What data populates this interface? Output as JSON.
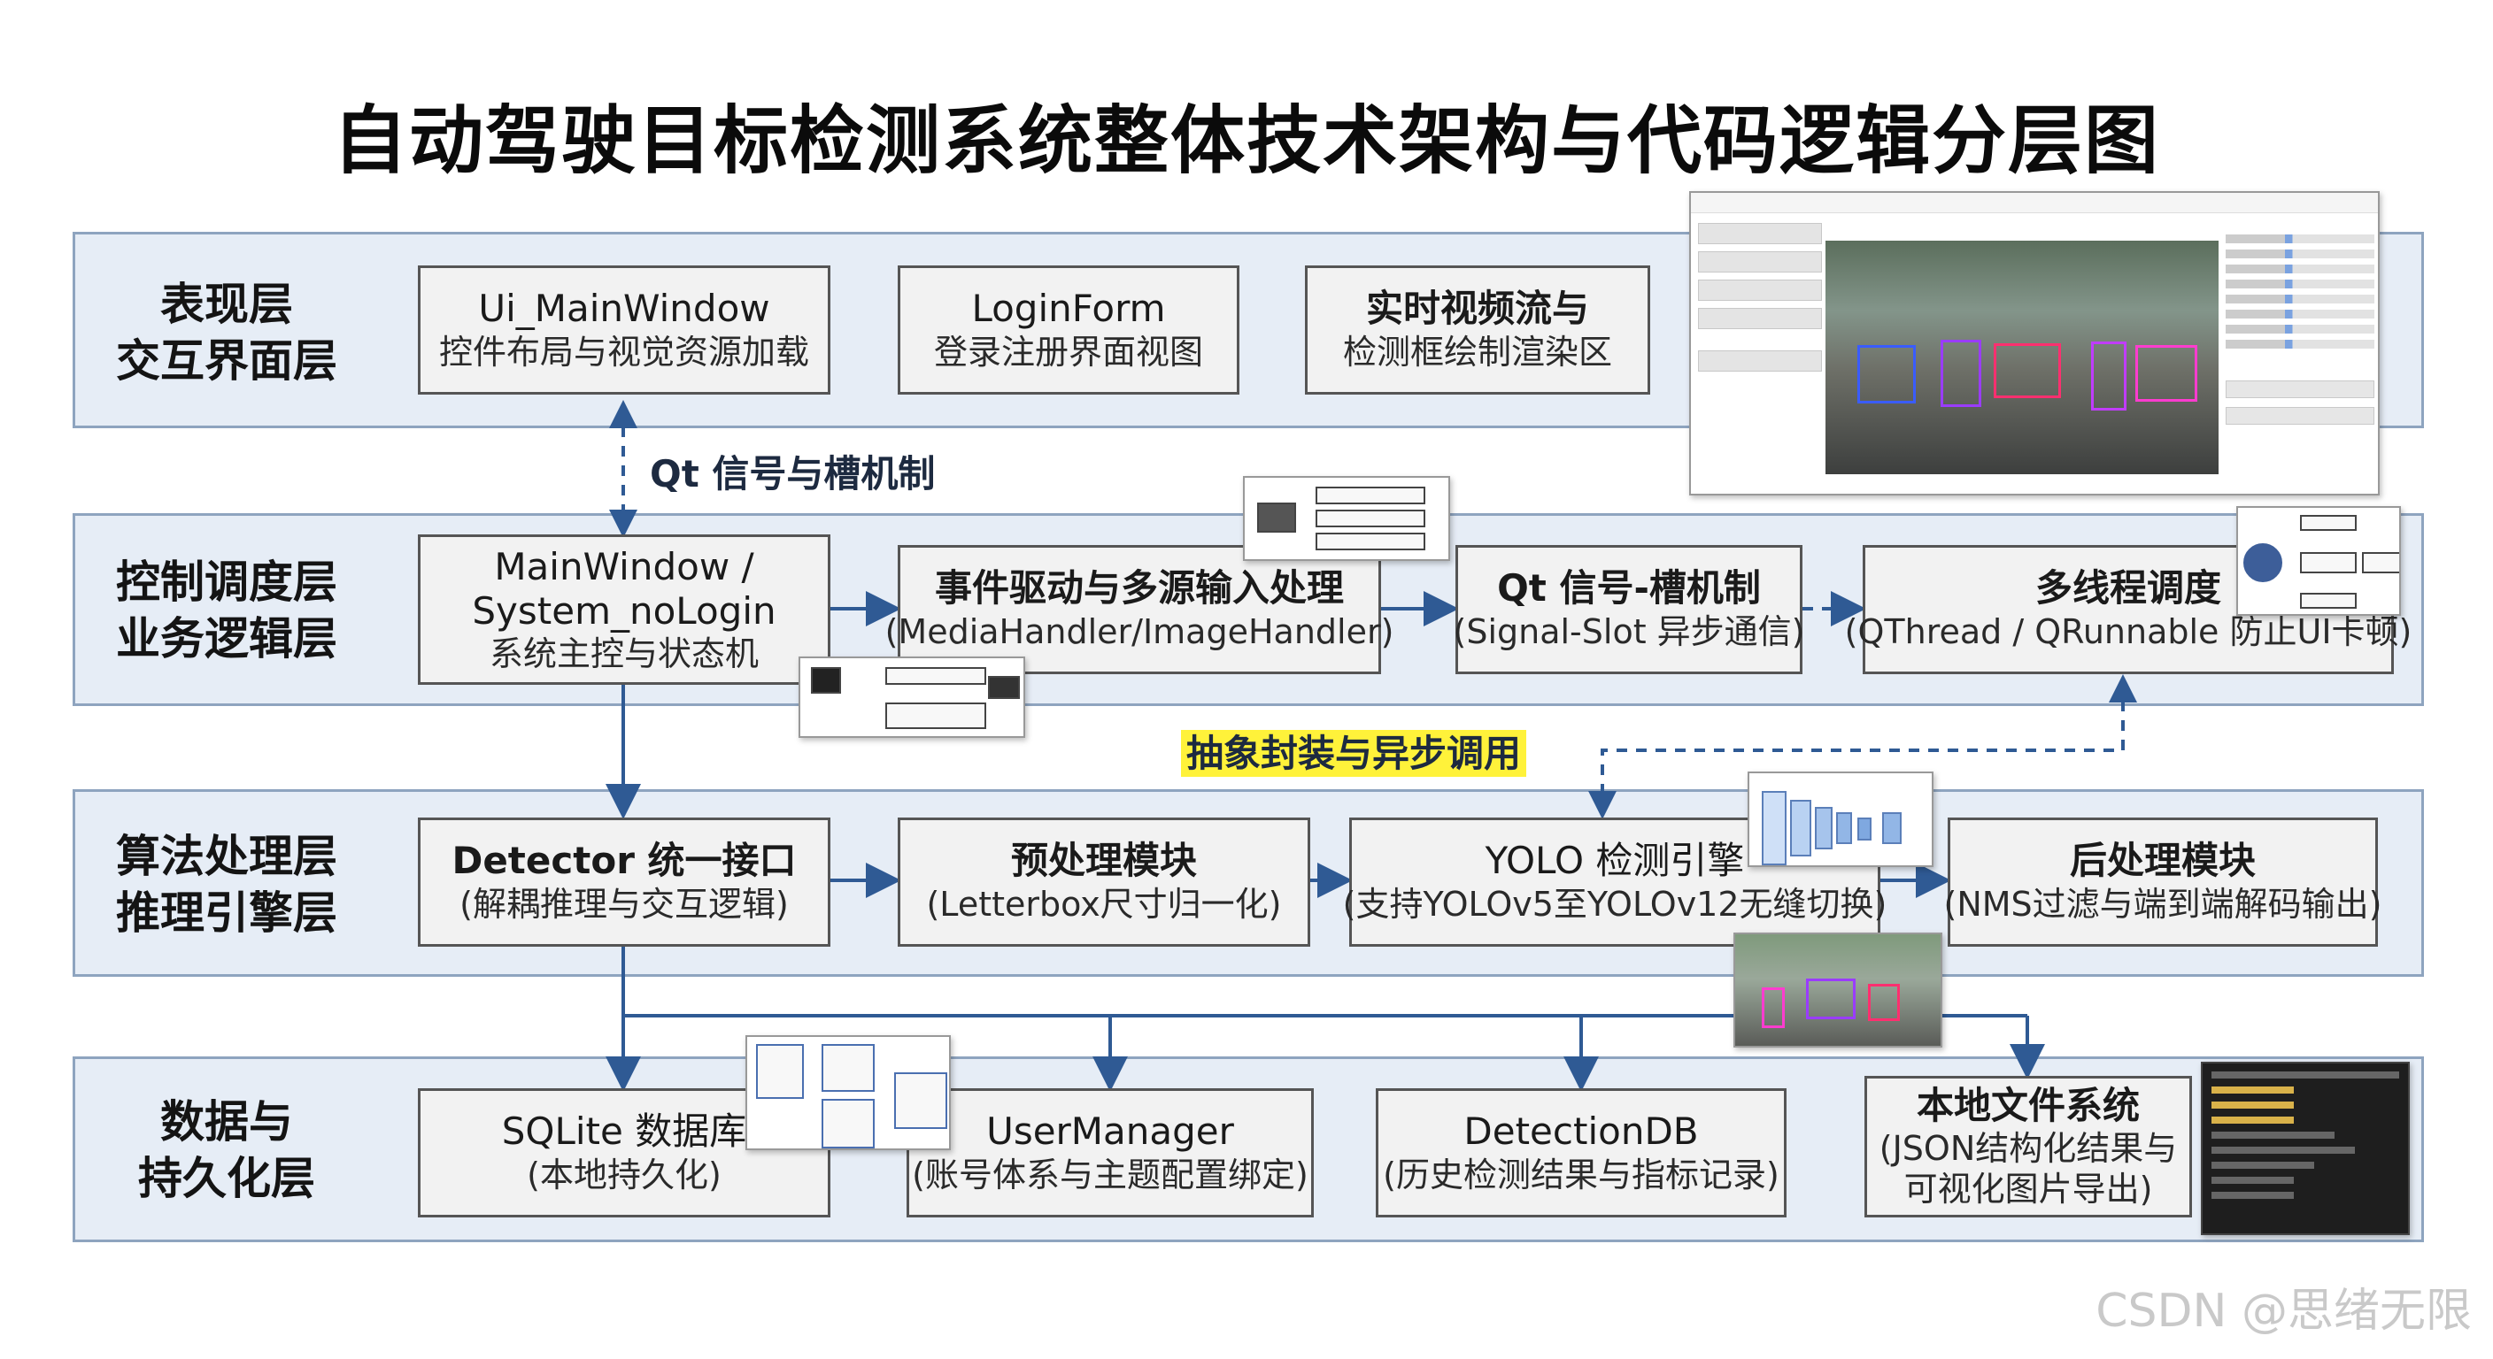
{
  "title": "自动驾驶目标检测系统整体技术架构与代码逻辑分层图",
  "layers": {
    "presentation": {
      "label_lines": [
        "表现层",
        "交互界面层"
      ],
      "boxes": [
        {
          "line1": "Ui_MainWindow",
          "line2": "控件布局与视觉资源加载"
        },
        {
          "line1": "LoginForm",
          "line2": "登录注册界面视图"
        },
        {
          "line1": "实时视频流与",
          "line2": "检测框绘制渲染区"
        }
      ]
    },
    "control": {
      "label_lines": [
        "控制调度层",
        "业务逻辑层"
      ],
      "boxes": [
        {
          "line1": "MainWindow /",
          "line2": "System_noLogin",
          "line3": "系统主控与状态机"
        },
        {
          "line1": "事件驱动与多源输入处理",
          "line2": "(MediaHandler/ImageHandler)"
        },
        {
          "line1": "Qt 信号-槽机制",
          "line2": "(Signal-Slot 异步通信)"
        },
        {
          "line1": "多线程调度",
          "line2": "(QThread / QRunnable 防止UI卡顿)"
        }
      ]
    },
    "algorithm": {
      "label_lines": [
        "算法处理层",
        "推理引擎层"
      ],
      "boxes": [
        {
          "line1": "Detector 统一接口",
          "line2": "(解耦推理与交互逻辑)"
        },
        {
          "line1": "预处理模块",
          "line2": "(Letterbox尺寸归一化)"
        },
        {
          "line1": "YOLO 检测引擎",
          "line2": "(支持YOLOv5至YOLOv12无缝切换)"
        },
        {
          "line1": "后处理模块",
          "line2": "(NMS过滤与端到端解码输出)"
        }
      ]
    },
    "data": {
      "label_lines": [
        "数据与",
        "持久化层"
      ],
      "boxes": [
        {
          "line1": "SQLite 数据库",
          "line2": "(本地持久化)"
        },
        {
          "line1": "UserManager",
          "line2": "(账号体系与主题配置绑定)"
        },
        {
          "line1": "DetectionDB",
          "line2": "(历史检测结果与指标记录)"
        },
        {
          "line1": "本地文件系统",
          "line2": "(JSON结构化结果与",
          "line3": "可视化图片导出)"
        }
      ]
    }
  },
  "annotations": {
    "qt_signal": "Qt 信号与槽机制",
    "abstraction": "抽象封装与异步调用"
  },
  "watermark": "CSDN @思绪无限",
  "colors": {
    "layer_bg": "#e6edf6",
    "layer_border": "#8ea4bf",
    "arrow": "#2f5a94",
    "highlight": "#fff23a"
  }
}
